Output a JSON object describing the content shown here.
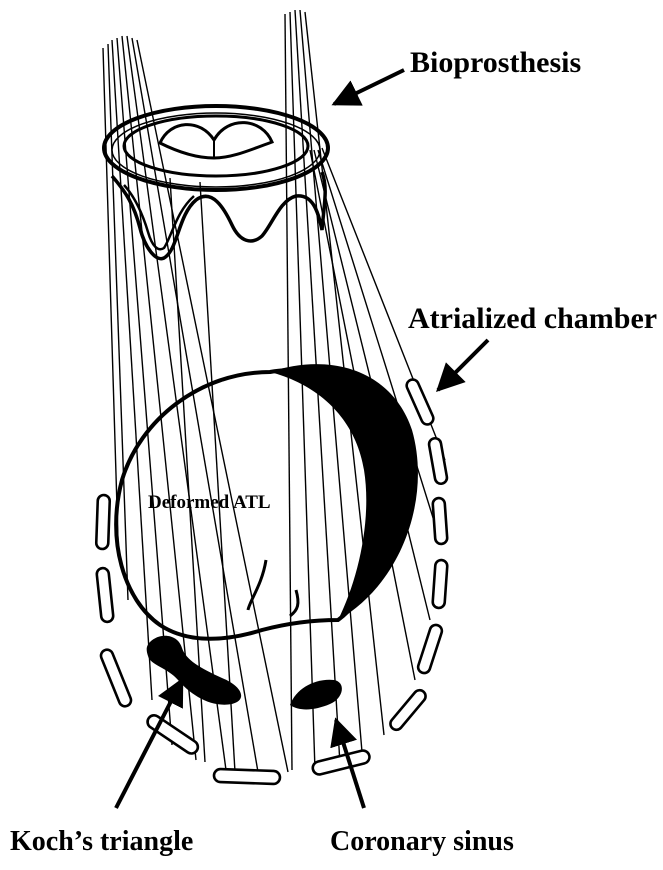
{
  "labels": {
    "bioprosthesis": "Bioprosthesis",
    "atrialized_chamber": "Atrialized chamber",
    "deformed_atl": "Deformed ATL",
    "kochs_triangle": "Koch’s triangle",
    "coronary_sinus": "Coronary sinus"
  },
  "colors": {
    "ink": "#000000",
    "background": "#ffffff"
  }
}
